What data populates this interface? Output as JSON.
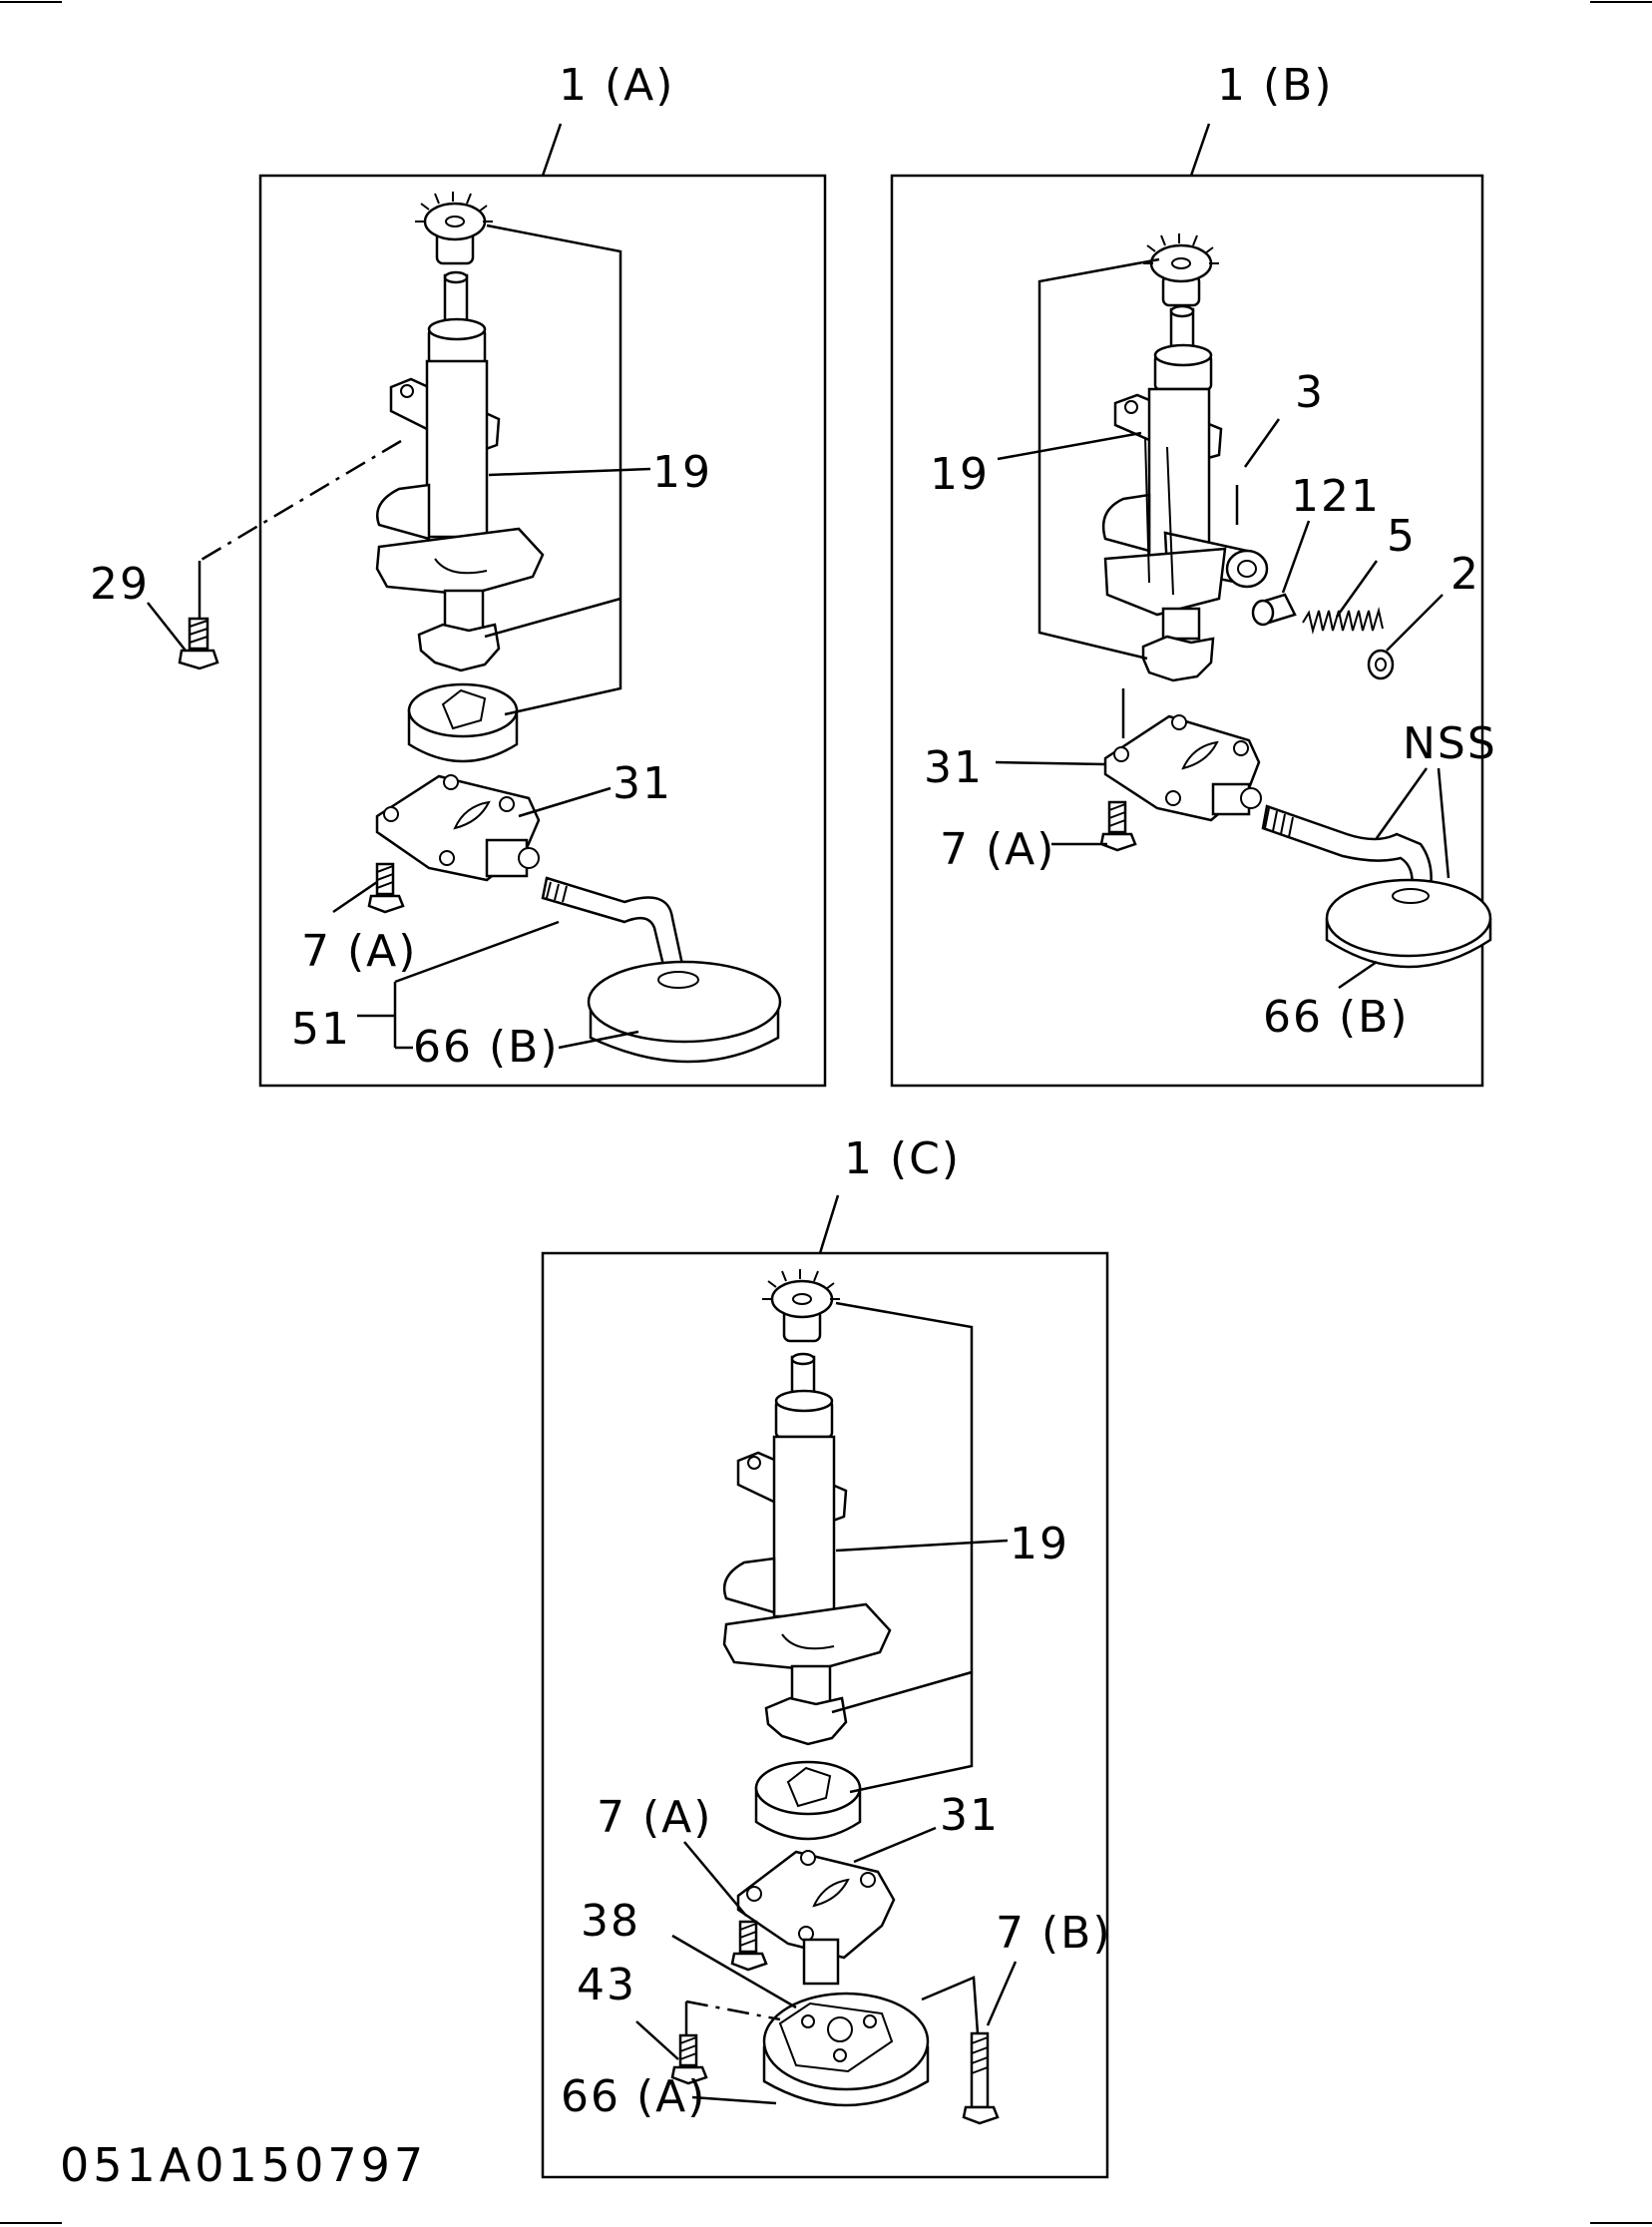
{
  "panels": [
    {
      "id": "A",
      "title": "1 (A)",
      "labels": {
        "p29": "29",
        "p19": "19",
        "p31": "31",
        "p7a": "7 (A)",
        "p51": "51",
        "p66b": "66 (B)"
      }
    },
    {
      "id": "B",
      "title": "1 (B)",
      "labels": {
        "p3": "3",
        "p19": "19",
        "p121": "121",
        "p5": "5",
        "p2": "2",
        "pnss": "NSS",
        "p31": "31",
        "p7a": "7 (A)",
        "p66b": "66 (B)"
      }
    },
    {
      "id": "C",
      "title": "1 (C)",
      "labels": {
        "p19": "19",
        "p31": "31",
        "p7a": "7 (A)",
        "p38": "38",
        "p7b": "7 (B)",
        "p43": "43",
        "p66a": "66 (A)"
      }
    }
  ],
  "figure_code": "051A0150797"
}
